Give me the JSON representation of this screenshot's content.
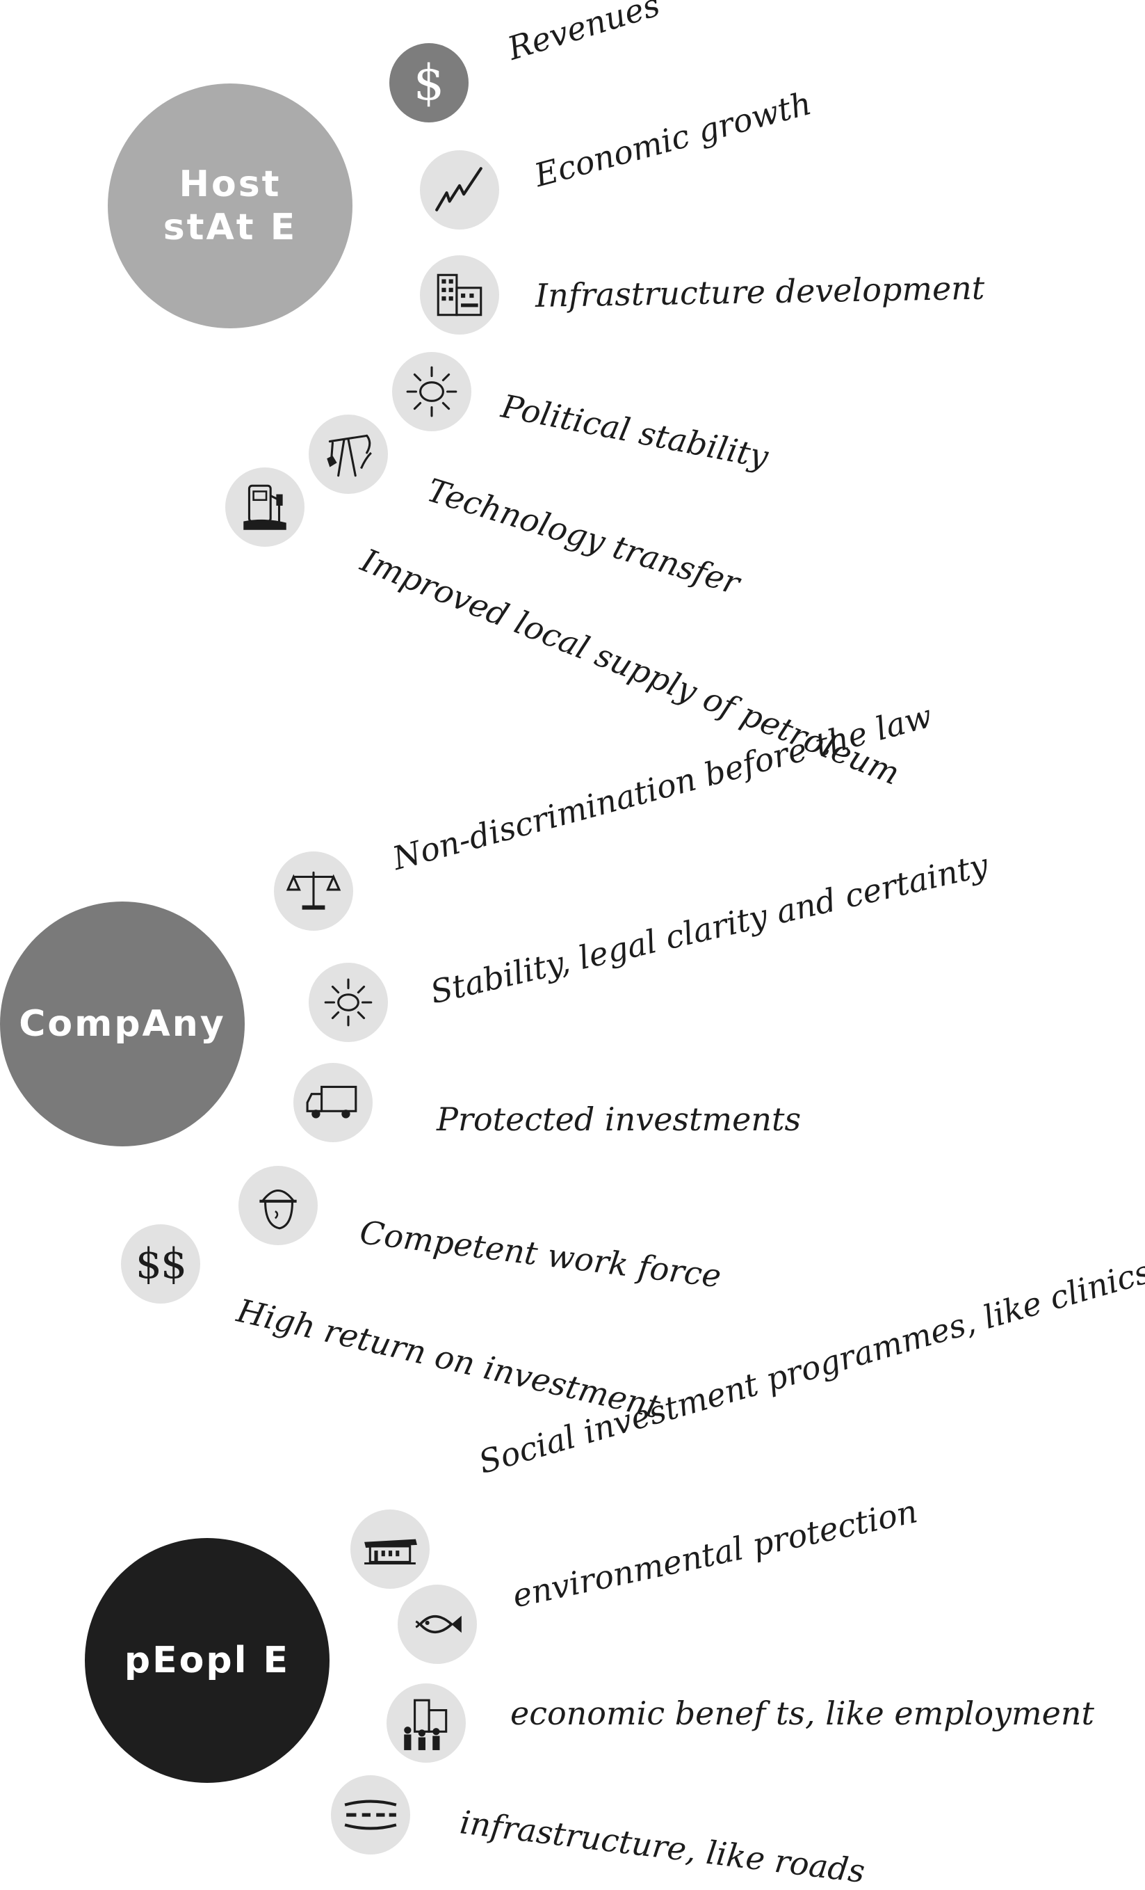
{
  "groups": {
    "host_state": {
      "name": "Host\nstAt E",
      "color": "#ababab",
      "benefits": [
        "Revenues",
        "Economic growth",
        "Infrastructure development",
        "Political stability",
        "Technology transfer",
        "Improved local supply of petroleum"
      ],
      "icons": [
        "dollar-icon",
        "growth-chart-icon",
        "buildings-icon",
        "sun-icon",
        "oil-pump-icon",
        "fuel-pump-icon"
      ]
    },
    "company": {
      "name": "CompAny",
      "color": "#7a7a7a",
      "benefits": [
        "Non-discrimination before the law",
        "Stability, legal clarity  and certainty",
        "Protected investments",
        "Competent work force",
        "High return on investment"
      ],
      "icons": [
        "scales-icon",
        "sun-icon",
        "truck-icon",
        "worker-helmet-icon",
        "double-dollar-icon"
      ]
    },
    "people": {
      "name": "pEopl E",
      "color": "#1e1e1e",
      "benefits": [
        "Social investment programmes, like clinics",
        "environmental protection",
        "economic benef ts, like employment",
        "infrastructure, like roads"
      ],
      "icons": [
        "clinic-icon",
        "fish-icon",
        "people-buildings-icon",
        "road-icon"
      ]
    }
  },
  "colors": {
    "dollar_circle": "#7d7d7d",
    "icon_circle": "#e2e2e2",
    "ink": "#1c1c1c"
  }
}
